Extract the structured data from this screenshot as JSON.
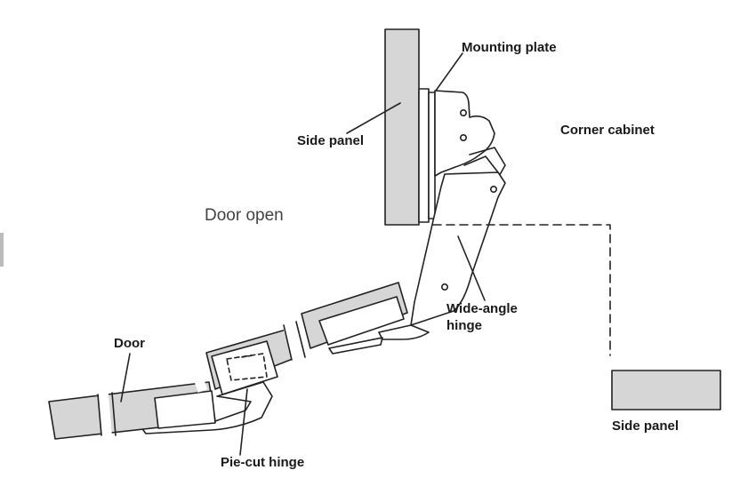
{
  "labels": {
    "mounting_plate": "Mounting plate",
    "side_panel_top": "Side panel",
    "corner_cabinet": "Corner cabinet",
    "door_open": "Door open",
    "wide_angle_hinge_line1": "Wide-angle",
    "wide_angle_hinge_line2": "hinge",
    "door": "Door",
    "side_panel_right": "Side panel",
    "pie_cut_hinge": "Pie-cut hinge"
  },
  "colors": {
    "panel_fill": "#d6d6d6",
    "stroke": "#222222",
    "text": "#1a1a1a"
  }
}
